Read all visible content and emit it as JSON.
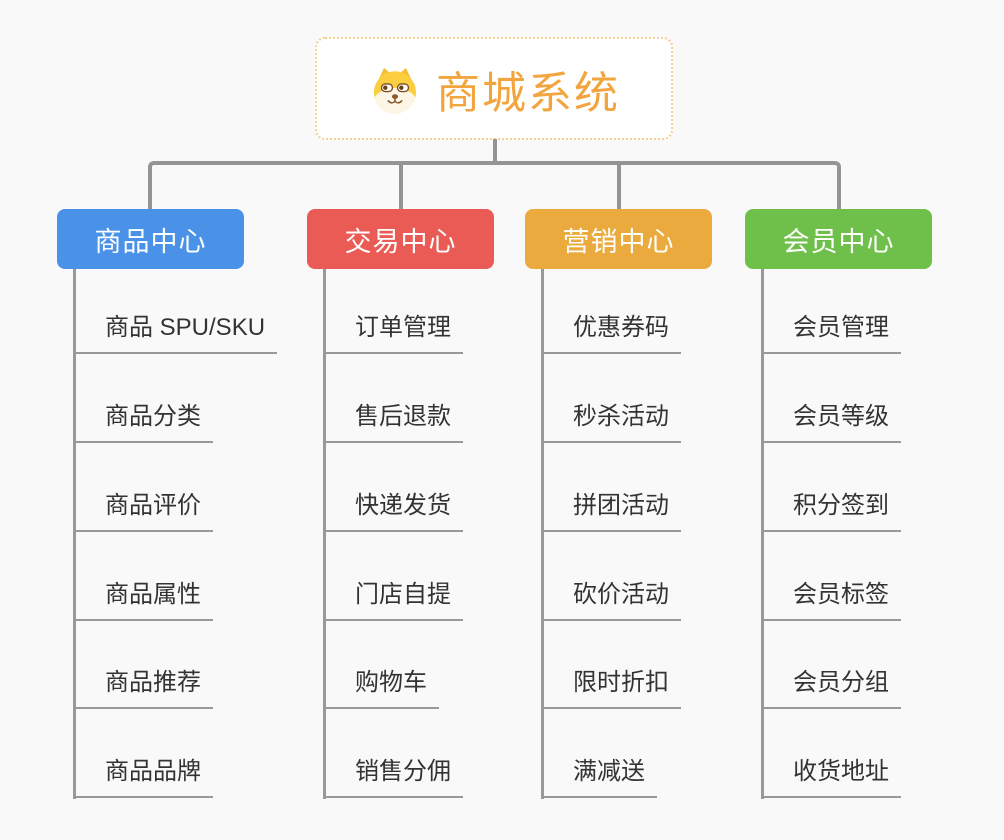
{
  "root": {
    "title": "商城系统",
    "icon": "dog-face-icon",
    "title_color": "#f2a53c",
    "border_color": "#f5ce93"
  },
  "branches": [
    {
      "label": "商品中心",
      "color": "#4a91e8",
      "children": [
        "商品 SPU/SKU",
        "商品分类",
        "商品评价",
        "商品属性",
        "商品推荐",
        "商品品牌"
      ]
    },
    {
      "label": "交易中心",
      "color": "#ea5b55",
      "children": [
        "订单管理",
        "售后退款",
        "快递发货",
        "门店自提",
        "购物车",
        "销售分佣"
      ]
    },
    {
      "label": "营销中心",
      "color": "#ebaa3d",
      "children": [
        "优惠券码",
        "秒杀活动",
        "拼团活动",
        "砍价活动",
        "限时折扣",
        "满减送"
      ]
    },
    {
      "label": "会员中心",
      "color": "#6ec04a",
      "children": [
        "会员管理",
        "会员等级",
        "积分签到",
        "会员标签",
        "会员分组",
        "收货地址"
      ]
    }
  ],
  "connector_color": "#949494",
  "leaf_text_color": "#333333",
  "background_color": "#f9f9f9"
}
